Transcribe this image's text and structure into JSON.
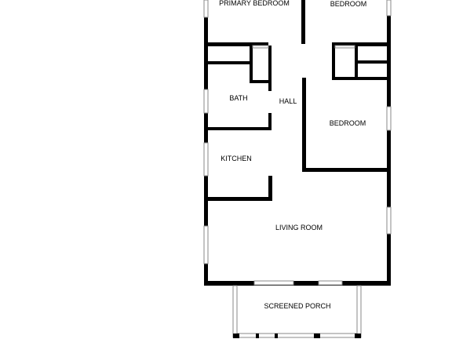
{
  "floorplan": {
    "rooms": {
      "primary_bedroom": "PRIMARY BEDROOM",
      "bedroom_top": "BEDROOM",
      "bath": "BATH",
      "hall": "HALL",
      "bedroom_right": "BEDROOM",
      "kitchen": "KITCHEN",
      "living_room": "LIVING ROOM",
      "screened_porch": "SCREENED PORCH"
    },
    "colors": {
      "wall": "#000000",
      "background": "#ffffff",
      "window": "#8a8a8a"
    }
  }
}
